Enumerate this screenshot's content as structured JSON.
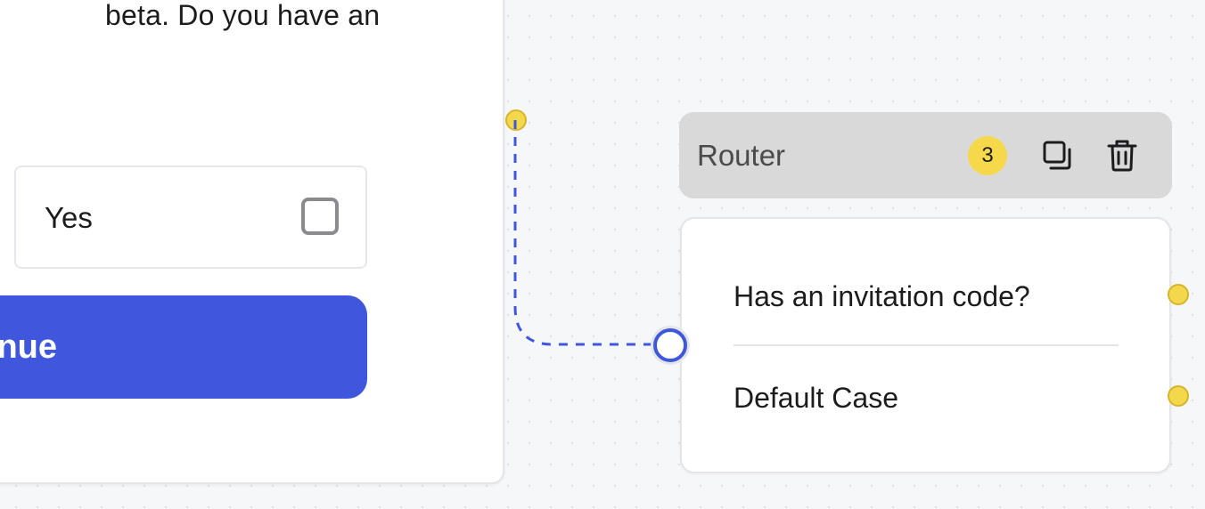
{
  "question_card": {
    "text": "beta. Do you have an",
    "choice_label": "Yes",
    "continue_label": "nue"
  },
  "router": {
    "title": "Router",
    "badge_count": "3",
    "duplicate_icon": "duplicate-icon",
    "delete_icon": "trash-icon",
    "cases": [
      {
        "label": "Has an invitation code?"
      },
      {
        "label": "Default Case"
      }
    ]
  },
  "colors": {
    "canvas_bg": "#f6f7f9",
    "accent_blue": "#3f57dc",
    "handle_yellow": "#f4d84c",
    "header_gray": "#d9d9d9"
  }
}
